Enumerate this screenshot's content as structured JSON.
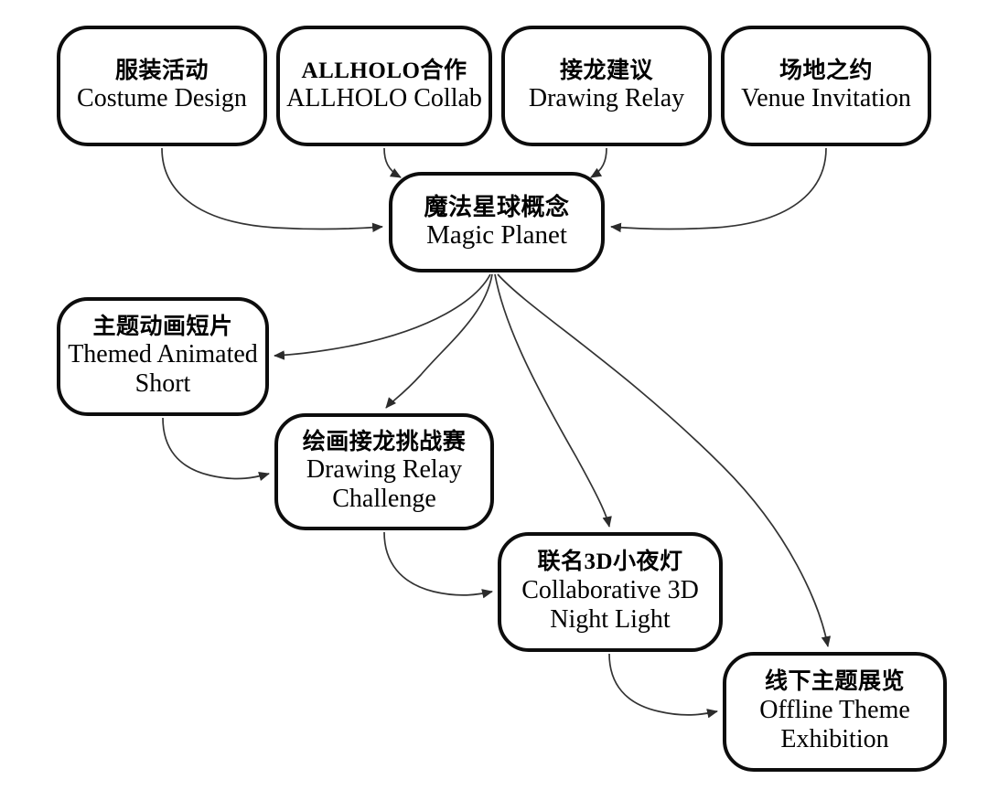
{
  "diagram": {
    "type": "flowchart",
    "background_color": "#ffffff",
    "node_border_color": "#0d0d0d",
    "edge_color": "#333333",
    "nodes": [
      {
        "id": "costume",
        "zh": "服装活动",
        "en": "Costume Design"
      },
      {
        "id": "allholo",
        "zh": "ALLHOLO合作",
        "en": "ALLHOLO Collab"
      },
      {
        "id": "drawing_relay",
        "zh": "接龙建议",
        "en": "Drawing Relay"
      },
      {
        "id": "venue",
        "zh": "场地之约",
        "en": "Venue Invitation"
      },
      {
        "id": "magic_planet",
        "zh": "魔法星球概念",
        "en": "Magic Planet"
      },
      {
        "id": "animated_short",
        "zh": "主题动画短片",
        "en_line1": "Themed Animated",
        "en_line2": "Short"
      },
      {
        "id": "relay_challenge",
        "zh": "绘画接龙挑战赛",
        "en_line1": "Drawing Relay",
        "en_line2": "Challenge"
      },
      {
        "id": "night_light",
        "zh": "联名3D小夜灯",
        "en_line1": "Collaborative 3D",
        "en_line2": "Night Light"
      },
      {
        "id": "exhibition",
        "zh": "线下主题展览",
        "en_line1": "Offline Theme",
        "en_line2": "Exhibition"
      }
    ],
    "edges": [
      {
        "from": "costume",
        "to": "magic_planet",
        "to_side": "left"
      },
      {
        "from": "allholo",
        "to": "magic_planet",
        "to_side": "top-left"
      },
      {
        "from": "drawing_relay",
        "to": "magic_planet",
        "to_side": "top-right"
      },
      {
        "from": "venue",
        "to": "magic_planet",
        "to_side": "right"
      },
      {
        "from": "magic_planet",
        "to": "animated_short",
        "to_side": "right"
      },
      {
        "from": "magic_planet",
        "to": "relay_challenge",
        "to_side": "top"
      },
      {
        "from": "magic_planet",
        "to": "night_light",
        "to_side": "top"
      },
      {
        "from": "magic_planet",
        "to": "exhibition",
        "to_side": "top"
      },
      {
        "from": "animated_short",
        "to": "relay_challenge",
        "to_side": "left"
      },
      {
        "from": "relay_challenge",
        "to": "night_light",
        "to_side": "left"
      },
      {
        "from": "night_light",
        "to": "exhibition",
        "to_side": "left"
      }
    ]
  }
}
